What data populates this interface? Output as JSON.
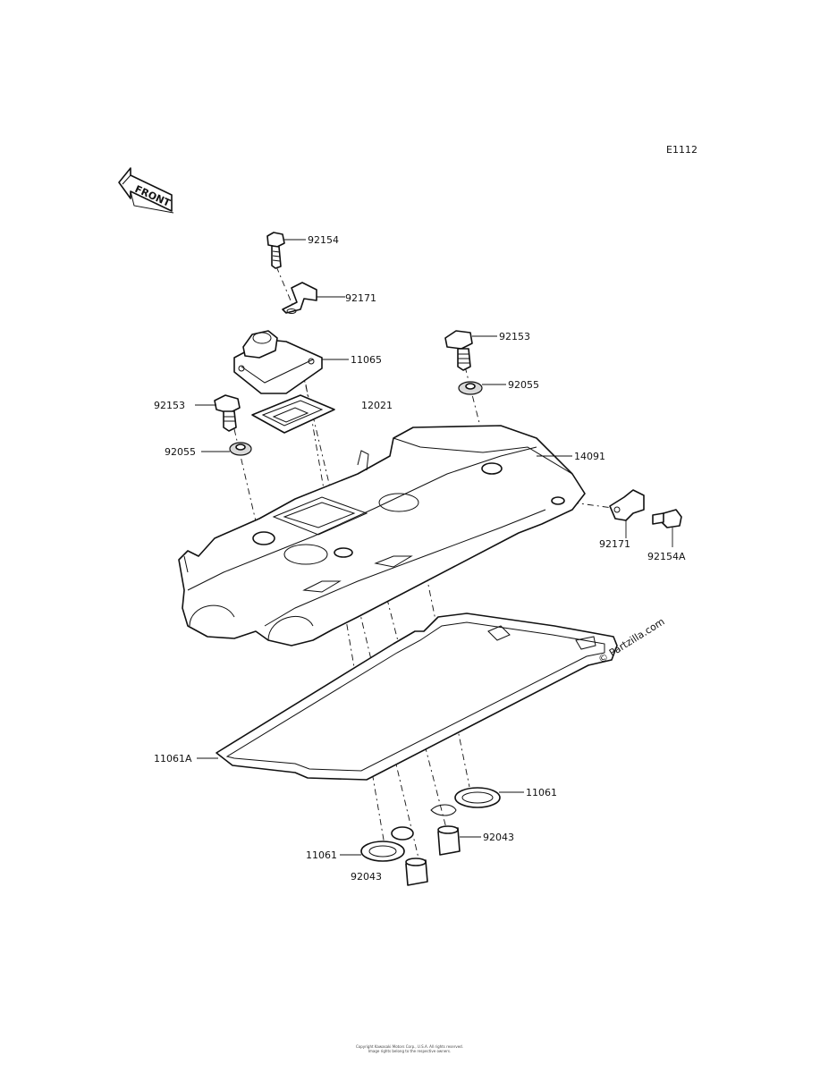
{
  "diagram_code": "E1112",
  "front_arrow_label": "FRONT",
  "watermark": "© Partzilla.com",
  "callouts": {
    "bolt_top": "92154",
    "clamp_top": "92171",
    "breather_cover": "11065",
    "bolt_right": "92153",
    "washer_right": "92055",
    "bolt_left": "92153",
    "breather_plate": "12021",
    "washer_left": "92055",
    "head_cover": "14091",
    "clamp_right": "92171",
    "bolt_right_small": "92154A",
    "gasket_main": "11061A",
    "gasket_plug_right": "11061",
    "dowel_right": "92043",
    "gasket_plug_left": "11061",
    "dowel_left": "92043"
  },
  "footer": {
    "line1": "Copyright Kawasaki Motors Corp., U.S.A. All rights reserved.",
    "line2": "Image rights belong to the respective owners."
  }
}
